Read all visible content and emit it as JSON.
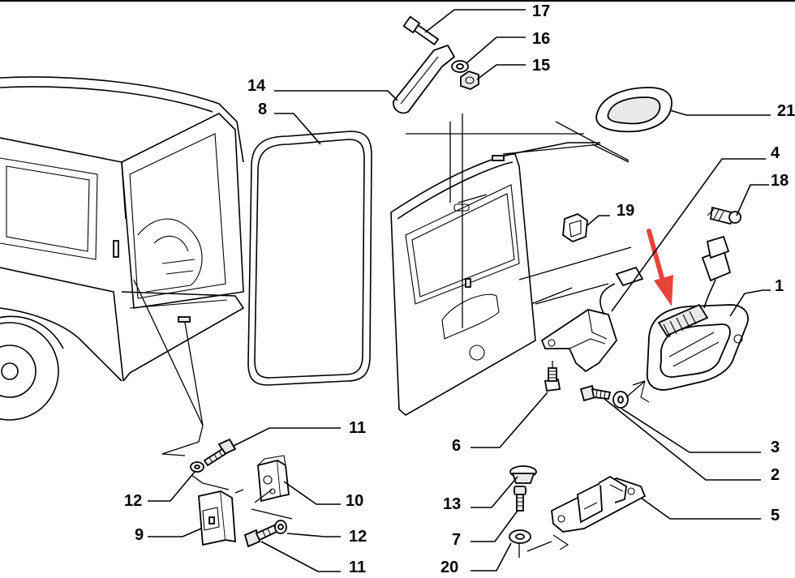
{
  "diagram": {
    "callouts": {
      "p1": "1",
      "p2": "2",
      "p3": "3",
      "p4": "4",
      "p5": "5",
      "p6": "6",
      "p7": "7",
      "p8": "8",
      "p9": "9",
      "p10": "10",
      "p11a": "11",
      "p11b": "11",
      "p12a": "12",
      "p12b": "12",
      "p13": "13",
      "p14": "14",
      "p15": "15",
      "p16": "16",
      "p17": "17",
      "p18": "18",
      "p19": "19",
      "p20": "20",
      "p21": "21"
    },
    "colors": {
      "ink": "#000000",
      "arrow": "#e8443a",
      "paper": "#ffffff"
    }
  }
}
